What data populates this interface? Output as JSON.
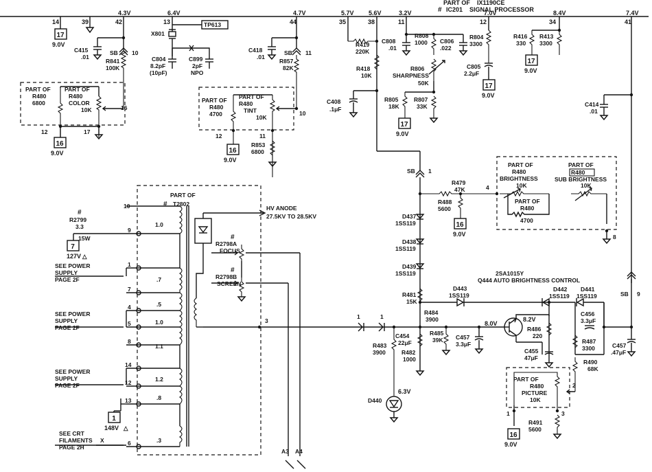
{
  "ic201": {
    "hash_mark": "#",
    "part_of": "PART OF",
    "part_no": "IX1190CE",
    "name": "IC201",
    "title": "SIGNAL PROCESSOR"
  },
  "rail_voltages": [
    {
      "id": "v42",
      "voltage": "4.3V"
    },
    {
      "id": "v13",
      "voltage": "6.4V"
    },
    {
      "id": "v44",
      "voltage": "4.7V"
    },
    {
      "id": "v35",
      "voltage": "5.7V"
    },
    {
      "id": "v38",
      "voltage": "5.6V"
    },
    {
      "id": "v11",
      "voltage": "3.2V"
    },
    {
      "id": "v12",
      "voltage": "7.0V"
    },
    {
      "id": "v34",
      "voltage": "8.4V"
    },
    {
      "id": "v41",
      "voltage": "7.4V"
    }
  ],
  "pins": {
    "p14": "14",
    "p39": "39",
    "p42": "42",
    "p13": "13",
    "p44": "44",
    "p35": "35",
    "p38": "38",
    "p11": "11",
    "p12": "12",
    "p34": "34",
    "p41": "41",
    "sb10": "10",
    "sb11": "11",
    "color_16": "16",
    "color_12": "12",
    "color_17": "17",
    "tint_10": "10",
    "tint_12": "12",
    "tint_11": "11",
    "sb1": "1",
    "br_4": "4",
    "br_8": "8",
    "sb9": "9",
    "pic_2": "2",
    "pic_1": "1",
    "pic_3": "3",
    "t10": "10",
    "t9": "9",
    "t1": "1",
    "t7": "7",
    "t4": "4",
    "t5": "5",
    "t8": "8",
    "t14": "14",
    "t12": "12",
    "t13": "13",
    "t6": "6",
    "t3": "3",
    "cj_left": "1",
    "cj_right": "1"
  },
  "boxed_nodes": {
    "n17a": "17",
    "n17b": "17",
    "n17c": "17",
    "n17d": "17",
    "n16a": "16",
    "n16b": "16",
    "n16c": "16",
    "n16d": "16",
    "n7": "7",
    "n1": "1"
  },
  "node_voltages": {
    "n17a": "9.0V",
    "n17b": "9.0V",
    "n17c": "9.0V",
    "n17d": "9.0V",
    "n16a": "9.0V",
    "n16b": "9.0V",
    "n16c": "9.0V",
    "n16d": "9.0V",
    "n7": "127V",
    "n1": "148V",
    "tr_vb": "8.0V",
    "tr_vc": "8.2V",
    "d440_v": "6.3V"
  },
  "sb_labels": {
    "sb_a": "SB",
    "sb_b": "SB",
    "sb_1": "SB",
    "sb_9": "SB"
  },
  "components": {
    "c415": {
      "ref": "C415",
      "value": ".01"
    },
    "r841": {
      "ref": "R841",
      "value": "100K"
    },
    "x801": {
      "ref": "X801"
    },
    "tp613": {
      "ref": "TP613"
    },
    "c804": {
      "ref": "C804",
      "value": "8.2pF",
      "value2": "(10pF)"
    },
    "c899": {
      "ref": "C899",
      "value": "2pF",
      "value2": "NPO"
    },
    "c418": {
      "ref": "C418",
      "value": ".01"
    },
    "r857": {
      "ref": "R857",
      "value": "82K"
    },
    "r853": {
      "ref": "R853",
      "value": "6800"
    },
    "r419": {
      "ref": "R419",
      "value": "220K"
    },
    "r418": {
      "ref": "R418",
      "value": "10K"
    },
    "c408": {
      "ref": "C408",
      "value": ".1μF"
    },
    "c808": {
      "ref": "C808",
      "value": ".01"
    },
    "r808": {
      "ref": "R808",
      "value": "1000"
    },
    "c806": {
      "ref": "C806",
      "value": ".022"
    },
    "r806": {
      "ref": "R806",
      "name": "SHARPNESS",
      "value": "50K"
    },
    "r804": {
      "ref": "R804",
      "value": "3300"
    },
    "c805": {
      "ref": "C805",
      "value": "2.2μF"
    },
    "r805": {
      "ref": "R805",
      "value": "18K"
    },
    "r807": {
      "ref": "R807",
      "value": "33K"
    },
    "r416": {
      "ref": "R416",
      "value": "330"
    },
    "r413": {
      "ref": "R413",
      "value": "3300"
    },
    "c414": {
      "ref": "C414",
      "value": ".01"
    },
    "r479": {
      "ref": "R479",
      "value": "47K"
    },
    "r488": {
      "ref": "R488",
      "value": "5600"
    },
    "r481": {
      "ref": "R481",
      "value": "15K"
    },
    "r484": {
      "ref": "R484",
      "value": "3900"
    },
    "r485": {
      "ref": "R485",
      "value": "39K"
    },
    "r483": {
      "ref": "R483",
      "value": "3900"
    },
    "r482": {
      "ref": "R482",
      "value": "1000"
    },
    "c454": {
      "ref": "C454",
      "value": "22μF"
    },
    "c457": {
      "ref": "C457",
      "value": "3.3μF"
    },
    "r486": {
      "ref": "R486",
      "value": "220"
    },
    "c455": {
      "ref": "C455",
      "value": "47μF"
    },
    "c456": {
      "ref": "C456",
      "value": "3.3μF"
    },
    "r487": {
      "ref": "R487",
      "value": "3300"
    },
    "r490": {
      "ref": "R490",
      "value": "68K"
    },
    "c457b": {
      "ref": "C457",
      "value": ".47μF"
    },
    "r491": {
      "ref": "R491",
      "value": "5600"
    },
    "r2799": {
      "hash": "#",
      "ref": "R2799",
      "value": "3.3",
      "power": "15W"
    },
    "d437": {
      "ref": "D437",
      "part": "1SS119"
    },
    "d438": {
      "ref": "D438",
      "part": "1SS119"
    },
    "d439": {
      "ref": "D439",
      "part": "1SS119"
    },
    "d443": {
      "ref": "D443",
      "part": "1SS119"
    },
    "d442": {
      "ref": "D442",
      "part": "1SS119"
    },
    "d441": {
      "ref": "D441",
      "part": "1SS119"
    },
    "d440": {
      "ref": "D440"
    },
    "q444": {
      "part": "2SA1015Y",
      "title": "Q444 AUTO BRIGHTNESS CONTROL"
    }
  },
  "controls": {
    "color": {
      "part_of": "PART OF",
      "ref": "R480",
      "value": "6800",
      "name": "COLOR",
      "name_value": "10K"
    },
    "tint": {
      "part_of": "PART OF",
      "ref": "R480",
      "value": "4700",
      "name": "TINT",
      "name_value": "10K"
    },
    "brightness": {
      "part_of": "PART OF",
      "ref": "R480",
      "name": "BRIGHTNESS",
      "value": "10K",
      "sub_part_of": "PART OF",
      "sub_ref": "R480",
      "sub_value": "4700"
    },
    "sub_brightness": {
      "part_of": "PART OF",
      "ref": "R480",
      "name": "SUB BRIGHTNESS",
      "value": "10K"
    },
    "picture": {
      "part_of": "PART OF",
      "ref": "R480",
      "name": "PICTURE",
      "value": "10K"
    }
  },
  "flyback": {
    "hash": "#",
    "part_of": "PART OF",
    "ref": "T2802",
    "hv_anode": "HV ANODE",
    "hv_range": "27.5KV TO 28.5KV",
    "focus_hash": "#",
    "focus_ref": "R2798A",
    "focus_name": "FOCUS",
    "screen_hash": "#",
    "screen_ref": "R2798B",
    "screen_name": "SCREEN",
    "ratios": [
      "1.0",
      ".7",
      ".5",
      "1.0",
      "1.1",
      "1.2",
      ".8",
      ".3"
    ]
  },
  "see_refs": [
    {
      "line1": "SEE POWER",
      "line2": "SUPPLY",
      "line3": "PAGE 2F"
    },
    {
      "line1": "SEE POWER",
      "line2": "SUPPLY",
      "line3": "PAGE 2F"
    },
    {
      "line1": "SEE POWER",
      "line2": "SUPPLY",
      "line3": "PAGE 2F"
    },
    {
      "line1": "SEE CRT",
      "line2": "FILAMENTS",
      "line3": "PAGE 2H"
    }
  ],
  "filament_x": "X",
  "connectors": {
    "a3": "A3",
    "a4": "A4"
  },
  "warning_glyph": "△"
}
